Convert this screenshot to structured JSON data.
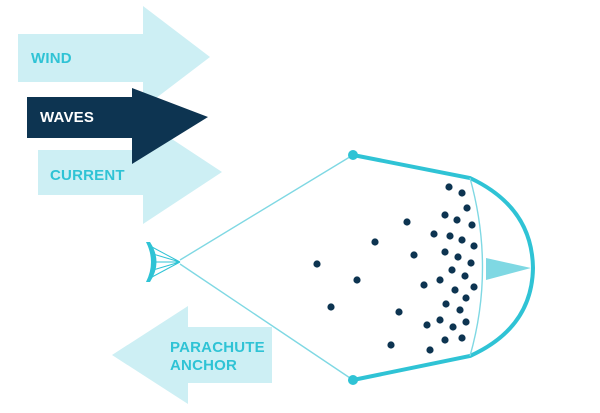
{
  "arrows": {
    "wind": {
      "label": "WIND",
      "fill": "#cdeff4",
      "text_color": "#2fc3d5"
    },
    "waves": {
      "label": "WAVES",
      "fill": "#0d3451",
      "text_color": "#ffffff"
    },
    "current": {
      "label": "CURRENT",
      "fill": "#cdeff4",
      "text_color": "#2fc3d5"
    },
    "parachute_anchor": {
      "label_line1": "PARACHUTE",
      "label_line2": "ANCHOR",
      "fill": "#cdeff4",
      "text_color": "#2fc3d5"
    }
  },
  "net": {
    "frame_color": "#2fc3d5",
    "line_color": "#7fd8e3",
    "particle_color": "#0d3451"
  }
}
